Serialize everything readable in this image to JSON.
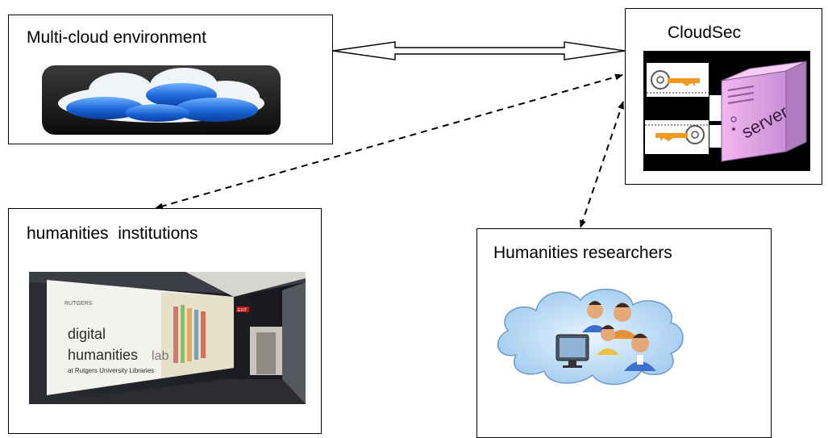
{
  "nodes": {
    "multicloud": {
      "title": "Multi-cloud environment",
      "icon": "cloud-app-icon"
    },
    "cloudsec": {
      "title": "CloudSec",
      "icon": "server-with-keys-icon",
      "server_label": "server"
    },
    "institutions": {
      "title": "humanities  institutions",
      "image": "digital-humanities-lab-photo"
    },
    "researchers": {
      "title": "Humanities researchers",
      "icon": "researchers-cloud-icon"
    }
  },
  "edges": [
    {
      "from": "multicloud",
      "to": "cloudsec",
      "style": "hollow-double-arrow"
    },
    {
      "from": "cloudsec",
      "to": "institutions",
      "style": "dashed-double-arrow"
    },
    {
      "from": "cloudsec",
      "to": "researchers",
      "style": "dashed-double-arrow"
    }
  ],
  "photo_text": {
    "brand": "RUTGERS",
    "line1": "digital",
    "line2": "humanities",
    "lab": "lab",
    "line3": "at Rutgers University Libraries",
    "exit": "EXIT"
  }
}
